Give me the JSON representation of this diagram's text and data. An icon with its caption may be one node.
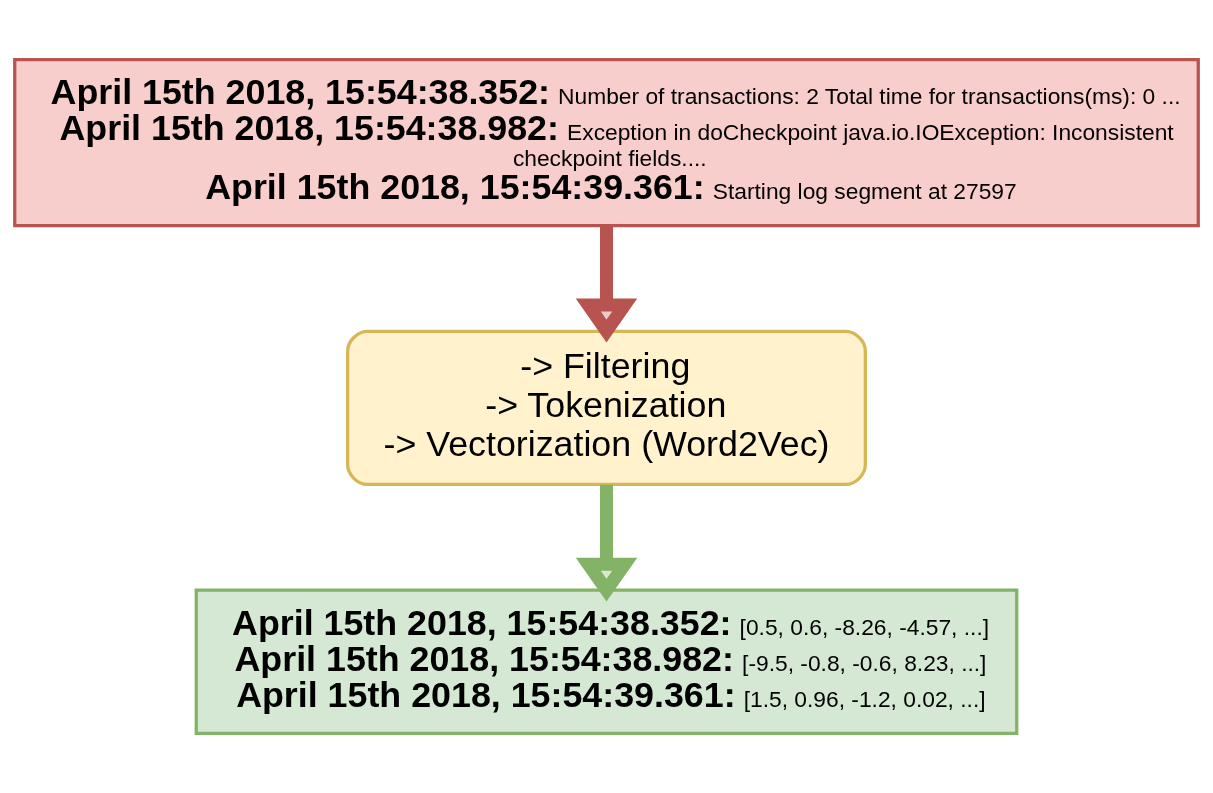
{
  "diagram": {
    "nodes": [
      {
        "text": [
          "**April 15th 2018, 15:54:38.352:** Number of transactions: 2 Total time for transactions(ms): 0 ...",
          "**April 15th 2018, 15:54:38.982:** Exception in doCheckpoint java.io.IOException: Inconsistent checkpoint fields....",
          "**April 15th 2018, 15:54:39.361:** Starting log segment at 27597"
        ]
      },
      {
        "text": [
          "-> Filtering",
          "-> Tokenization",
          "-> Vectorization (Word2Vec)"
        ]
      },
      {
        "text": [
          "**April 15th 2018, 15:54:38.352:** [0.5, 0.6, -8.26, -4.57, ...]",
          "**April 15th 2018, 15:54:38.982:** [-9.5, -0.8, -0.6, 8.23, ...]",
          "**April 15th 2018, 15:54:39.361:** [1.5, 0.96, -1.2, 0.02, ...]"
        ]
      }
    ],
    "edges": [
      {
        "from": 0,
        "to": 1,
        "arrow": "to",
        "color": "#b85450"
      },
      {
        "from": 1,
        "to": 2,
        "arrow": "to",
        "color": "#82b366"
      }
    ]
  }
}
